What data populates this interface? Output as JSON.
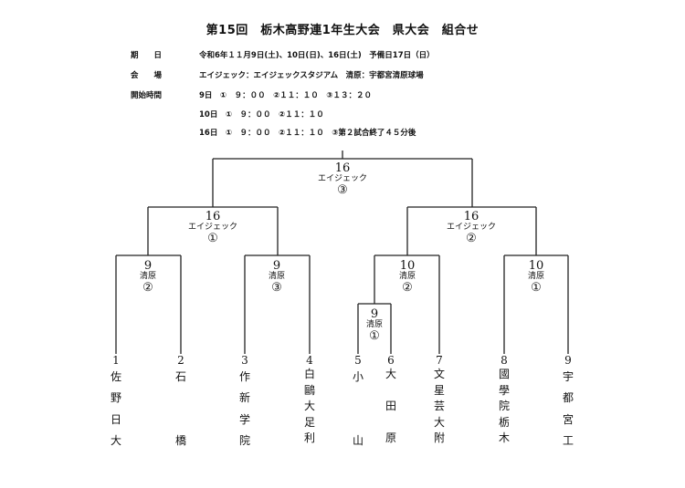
{
  "title": "第15回　栃木高野連1年生大会　県大会　組合せ",
  "info": [
    {
      "label": "期　　日",
      "value": "令和6年１１月9日(土)、10日(日)、16日(土)　予備日17日（日）"
    },
    {
      "label": "会　　場",
      "value": "エイジェック：エイジェックスタジアム　清原：宇都宮清原球場"
    },
    {
      "label": "開始時間",
      "value": " 9日　①　９：００　②１１：１０　③１３：２０"
    },
    {
      "label": "",
      "value": "10日　①　９：００　②１１：１０"
    },
    {
      "label": "",
      "value": "16日　①　９：００　②１１：１０　③第２試合終了４５分後"
    }
  ],
  "matches": {
    "r1a": {
      "date": "9",
      "venue": "清原",
      "game": "②"
    },
    "r1b": {
      "date": "9",
      "venue": "清原",
      "game": "③"
    },
    "r1c": {
      "date": "9",
      "venue": "清原",
      "game": "①"
    },
    "r2a": {
      "date": "10",
      "venue": "清原",
      "game": "②"
    },
    "r2b": {
      "date": "10",
      "venue": "清原",
      "game": "①"
    },
    "sfa": {
      "date": "16",
      "venue": "エイジェック",
      "game": "①"
    },
    "sfb": {
      "date": "16",
      "venue": "エイジェック",
      "game": "②"
    },
    "final": {
      "date": "16",
      "venue": "エイジェック",
      "game": "③"
    }
  },
  "teams": [
    {
      "num": "1",
      "name": "佐\n野\n日\n大"
    },
    {
      "num": "2",
      "name": "石\n\n\n橋"
    },
    {
      "num": "3",
      "name": "作\n新\n学\n院"
    },
    {
      "num": "4",
      "name": "白\n鷗\n大\n足\n利"
    },
    {
      "num": "5",
      "name": "小\n\n\n山"
    },
    {
      "num": "6",
      "name": "大\n\n田\n\n原"
    },
    {
      "num": "7",
      "name": "文\n星\n芸\n大\n附"
    },
    {
      "num": "8",
      "name": "國\n學\n院\n栃\n木"
    },
    {
      "num": "9",
      "name": "宇\n都\n宮\n工"
    }
  ]
}
